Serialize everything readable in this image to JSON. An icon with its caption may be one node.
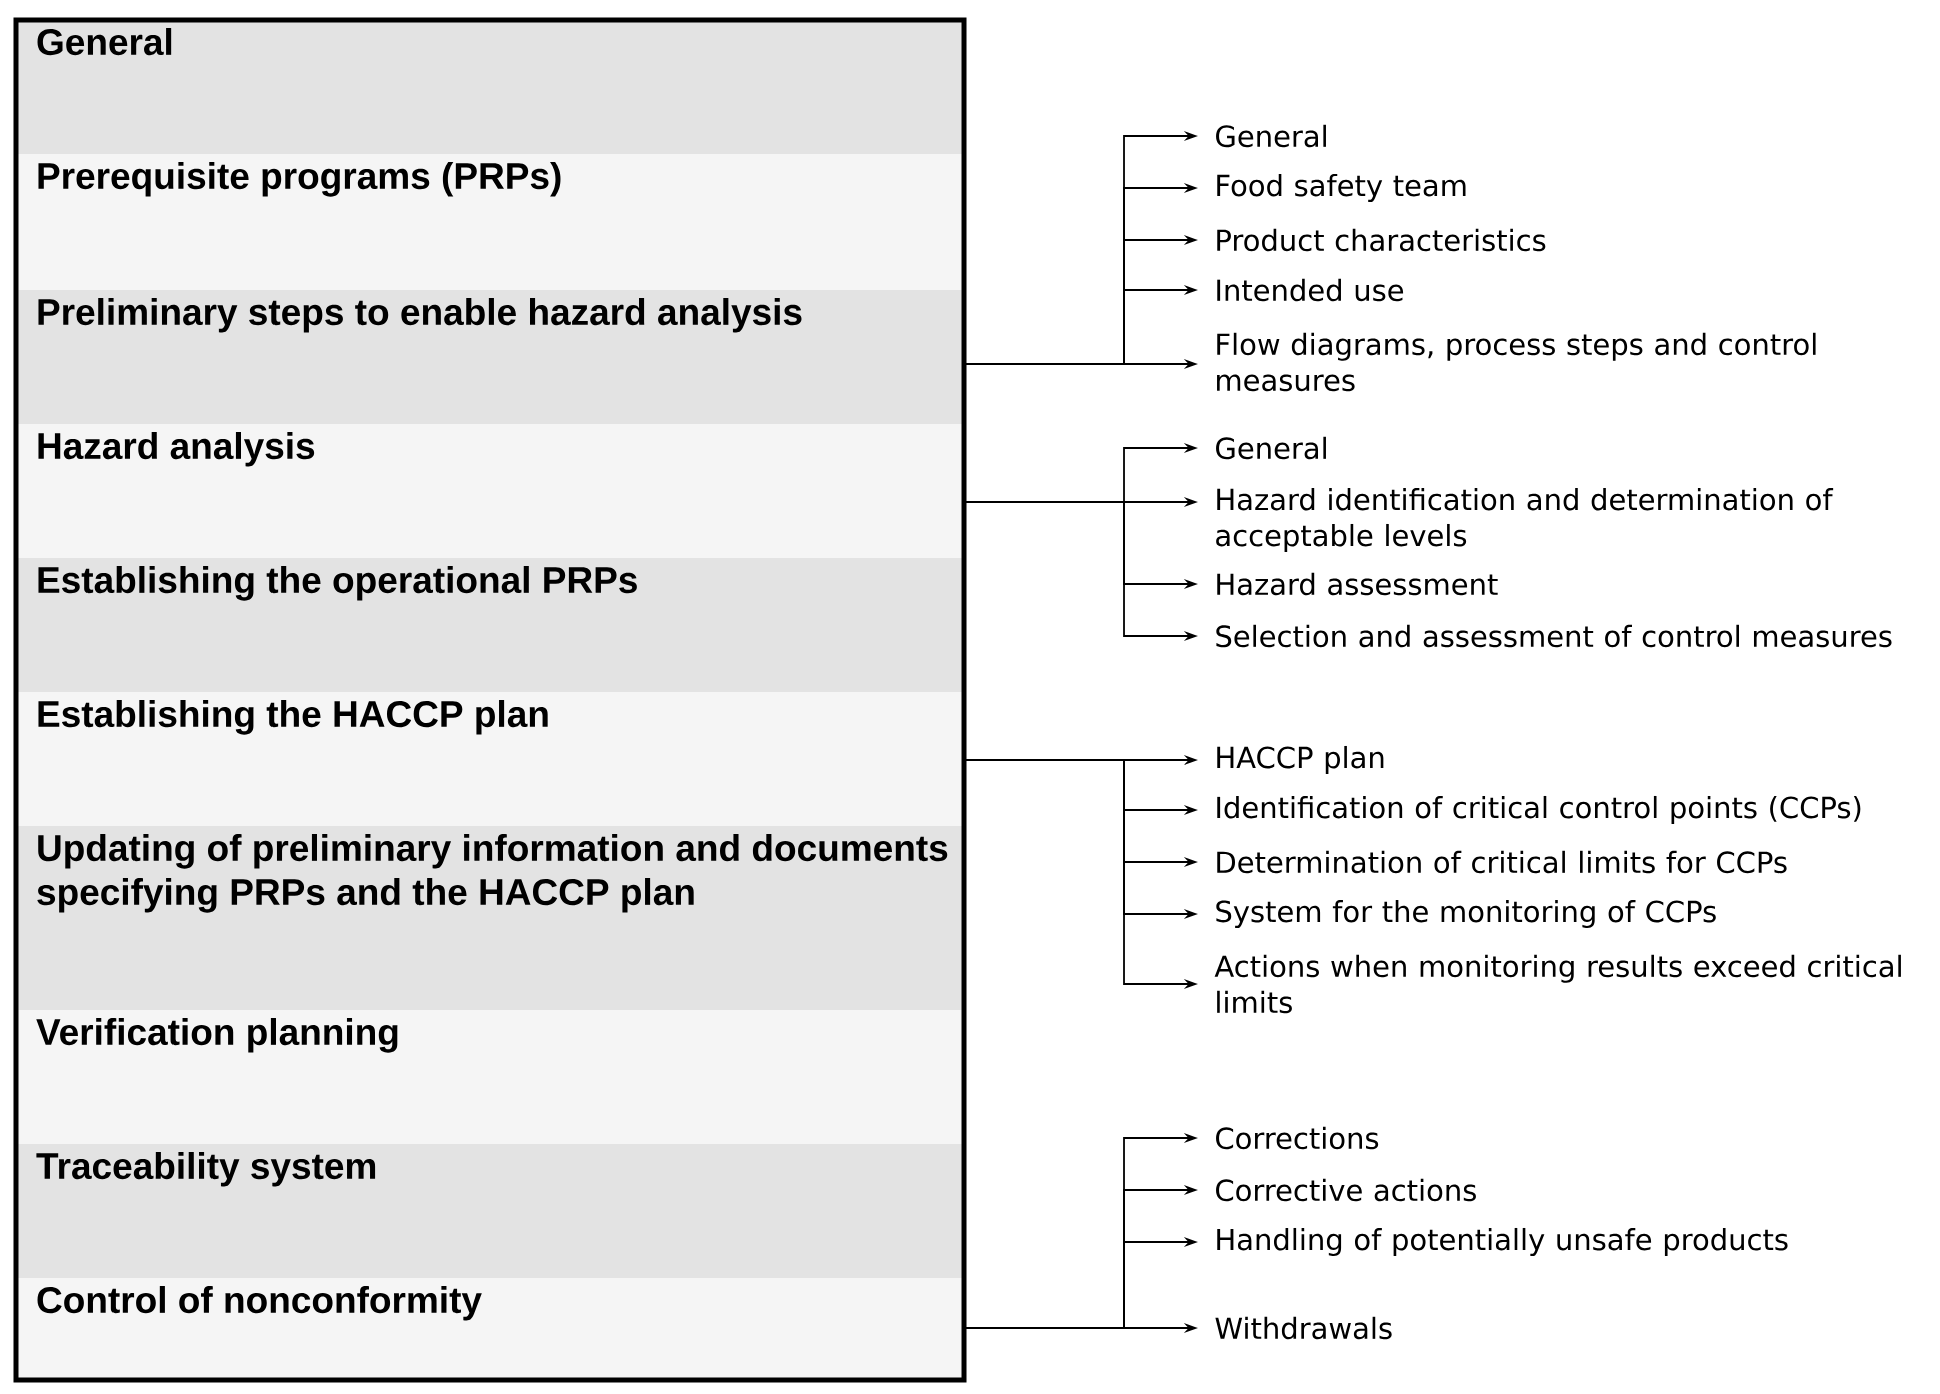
{
  "diagram": {
    "nodes": [
      {
        "text": [
          "General"
        ]
      },
      {
        "text": [
          "Prerequisite programs (PRPs)"
        ]
      },
      {
        "text": [
          "Preliminary steps to enable hazard analysis"
        ]
      },
      {
        "text": [
          "Hazard analysis"
        ]
      },
      {
        "text": [
          "Establishing the operational PRPs"
        ]
      },
      {
        "text": [
          "Establishing the HACCP plan"
        ]
      },
      {
        "text": [
          "Updating of preliminary information and documents specifying PRPs and the HACCP plan"
        ]
      },
      {
        "text": [
          "Verification planning"
        ]
      },
      {
        "text": [
          "Traceability system"
        ]
      },
      {
        "text": [
          "Control of nonconformity"
        ]
      },
      {
        "text": [
          "General"
        ]
      },
      {
        "text": [
          "Food safety team"
        ]
      },
      {
        "text": [
          "Product characteristics"
        ]
      },
      {
        "text": [
          "Intended use"
        ]
      },
      {
        "text": [
          "Flow diagrams, process steps and control measures"
        ]
      },
      {
        "text": [
          "General"
        ]
      },
      {
        "text": [
          "Hazard identification and determination of acceptable levels"
        ]
      },
      {
        "text": [
          "Hazard assessment"
        ]
      },
      {
        "text": [
          "Selection and assessment of control measures"
        ]
      },
      {
        "text": [
          "HACCP plan"
        ]
      },
      {
        "text": [
          "Identification of critical control points (CCPs)"
        ]
      },
      {
        "text": [
          "Determination of critical limits for CCPs"
        ]
      },
      {
        "text": [
          "System for the monitoring of CCPs"
        ]
      },
      {
        "text": [
          "Actions when monitoring results exceed critical limits"
        ]
      },
      {
        "text": [
          "Corrections"
        ]
      },
      {
        "text": [
          "Corrective actions"
        ]
      },
      {
        "text": [
          "Handling of potentially unsafe products"
        ]
      },
      {
        "text": [
          "Withdrawals"
        ]
      }
    ],
    "edges": [
      {
        "from": 2,
        "to": 10,
        "arrow": "to"
      },
      {
        "from": 2,
        "to": 11,
        "arrow": "to"
      },
      {
        "from": 2,
        "to": 12,
        "arrow": "to"
      },
      {
        "from": 2,
        "to": 13,
        "arrow": "to"
      },
      {
        "from": 2,
        "to": 14,
        "arrow": "to"
      },
      {
        "from": 3,
        "to": 15,
        "arrow": "to"
      },
      {
        "from": 3,
        "to": 16,
        "arrow": "to"
      },
      {
        "from": 3,
        "to": 17,
        "arrow": "to"
      },
      {
        "from": 3,
        "to": 18,
        "arrow": "to"
      },
      {
        "from": 5,
        "to": 19,
        "arrow": "to"
      },
      {
        "from": 5,
        "to": 20,
        "arrow": "to"
      },
      {
        "from": 5,
        "to": 21,
        "arrow": "to"
      },
      {
        "from": 5,
        "to": 22,
        "arrow": "to"
      },
      {
        "from": 5,
        "to": 23,
        "arrow": "to"
      },
      {
        "from": 9,
        "to": 24,
        "arrow": "to"
      },
      {
        "from": 9,
        "to": 25,
        "arrow": "to"
      },
      {
        "from": 9,
        "to": 26,
        "arrow": "to"
      },
      {
        "from": 9,
        "to": 27,
        "arrow": "to"
      }
    ]
  }
}
